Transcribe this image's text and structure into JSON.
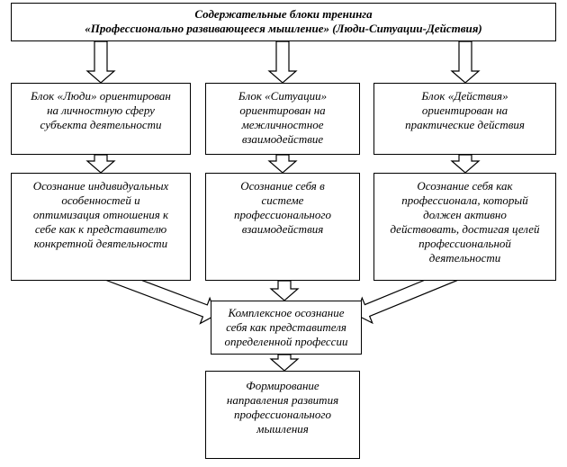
{
  "title": {
    "line1": "Содержательные блоки тренинга",
    "line2": "«Профессионально развивающееся мышление» (Люди-Ситуации-Действия)"
  },
  "blocks": [
    {
      "lines": [
        "Блок «Люди» ориентирован",
        "на личностную сферу",
        "субъекта деятельности"
      ]
    },
    {
      "lines": [
        "Блок «Ситуации»",
        "ориентирован на",
        "межличностное",
        "взаимодействие"
      ]
    },
    {
      "lines": [
        "Блок «Действия»",
        "ориентирован на",
        "практические действия"
      ]
    }
  ],
  "outcomes": [
    {
      "lines": [
        "Осознание индивидуальных",
        "особенностей и",
        "оптимизация отношения к",
        "себе как к представителю",
        "конкретной деятельности"
      ]
    },
    {
      "lines": [
        "Осознание себя в",
        "системе",
        "профессионального",
        "взаимодействия"
      ]
    },
    {
      "lines": [
        "Осознание себя как",
        "профессионала, который",
        "должен активно",
        "действовать, достигая целей",
        "профессиональной",
        "деятельности"
      ]
    }
  ],
  "complex": {
    "lines": [
      "Комплексное осознание",
      "себя как представителя",
      "определенной профессии"
    ]
  },
  "formation": {
    "lines": [
      "Формирование",
      "направления развития",
      "профессионального",
      "мышления"
    ]
  }
}
